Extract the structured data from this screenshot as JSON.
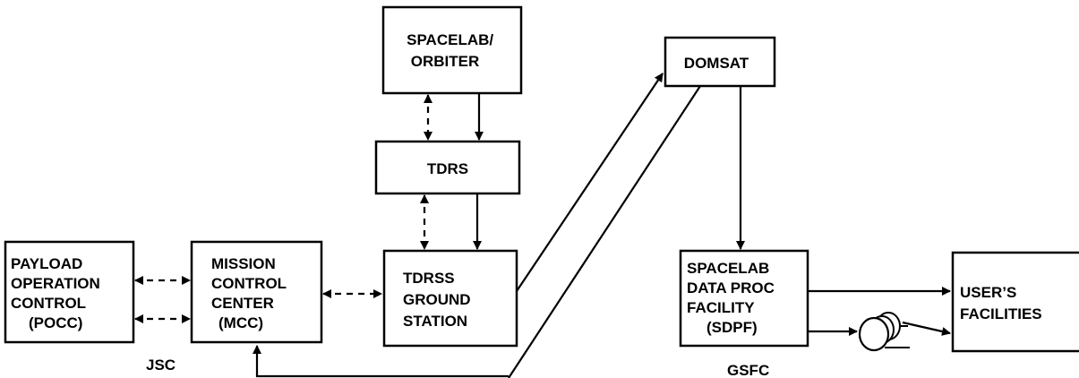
{
  "diagram": {
    "boxes": {
      "spacelab_orbiter": [
        "SPACELAB/",
        "ORBITER"
      ],
      "tdrs": [
        "TDRS"
      ],
      "domsat": [
        "DOMSAT"
      ],
      "pocc": [
        "PAYLOAD",
        "OPERATION",
        "CONTROL",
        "(POCC)"
      ],
      "mcc": [
        "MISSION",
        "CONTROL",
        "CENTER",
        "(MCC)"
      ],
      "tdrss_ground": [
        "TDRSS",
        "GROUND",
        "STATION"
      ],
      "sdpf": [
        "SPACELAB",
        "DATA PROC",
        "FACILITY",
        "(SDPF)"
      ],
      "users": [
        "USER’S",
        "FACILITIES"
      ]
    },
    "labels": {
      "jsc": "JSC",
      "gsfc": "GSFC"
    }
  }
}
